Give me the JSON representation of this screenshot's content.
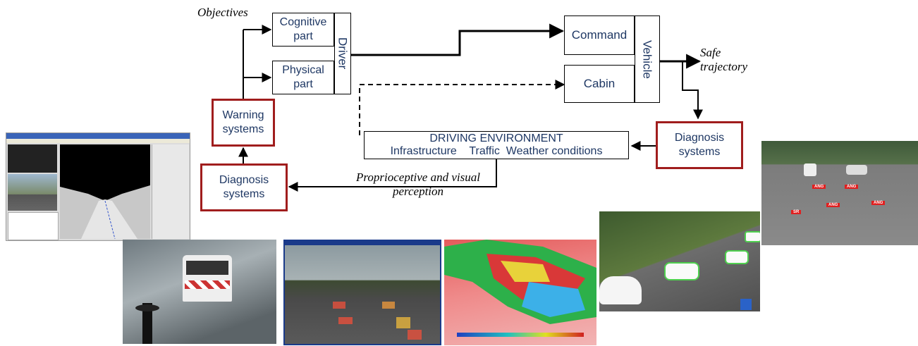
{
  "diagram": {
    "objectives": "Objectives",
    "cognitive_part": "Cognitive part",
    "physical_part": "Physical part",
    "driver": "Driver",
    "command": "Command",
    "cabin": "Cabin",
    "vehicle": "Vehicle",
    "safe_trajectory": "Safe trajectory",
    "warning_systems": "Warning systems",
    "diagnosis_right": "Diagnosis systems",
    "diagnosis_left": "Diagnosis systems",
    "env_title": "DRIVING ENVIRONMENT",
    "env_items": "Infrastructure    Traffic  Weather conditions",
    "perception": "Proprioceptive  and visual perception",
    "colors": {
      "box_border": "#000000",
      "red_border": "#a01d1d",
      "text": "#1f3864"
    }
  },
  "images": [
    {
      "name": "simulator-software-screenshot"
    },
    {
      "name": "wet-road-van-photo"
    },
    {
      "name": "road-lane-detection-photo"
    },
    {
      "name": "3d-terrain-visualization"
    },
    {
      "name": "curve-vehicle-tracking-photo"
    },
    {
      "name": "intersection-tracking-photo",
      "tags": [
        "ANG",
        "ANG",
        "ANG",
        "ANG",
        "SR"
      ]
    }
  ]
}
